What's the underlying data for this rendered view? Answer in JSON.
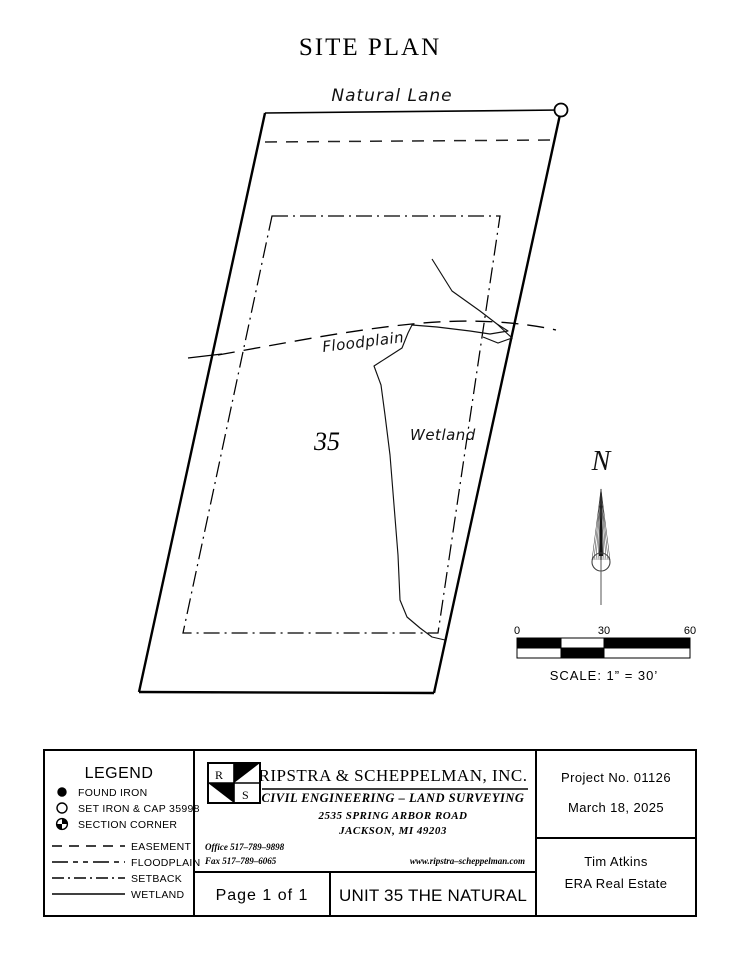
{
  "sheet": {
    "title": "SITE  PLAN"
  },
  "plan": {
    "road_label": "Natural Lane",
    "lot_number": "35",
    "floodplain_label": "Floodplain",
    "wetland_label": "Wetland",
    "north_letter": "N"
  },
  "scale_bar": {
    "tick_start": "0",
    "tick_mid": "30",
    "tick_end": "60",
    "caption": "SCALE:   1”  =  30’"
  },
  "legend": {
    "title": "LEGEND",
    "symbols": [
      {
        "icon": "filled-circle-icon",
        "label": "FOUND  IRON"
      },
      {
        "icon": "open-circle-icon",
        "label": "SET  IRON  &  CAP  35998"
      },
      {
        "icon": "quartered-circle-icon",
        "label": "SECTION  CORNER"
      }
    ],
    "lines": [
      {
        "icon": "dashed-line-icon",
        "label": "EASEMENT"
      },
      {
        "icon": "long-short-dash-line-icon",
        "label": "FLOODPLAIN"
      },
      {
        "icon": "dash-dot-line-icon",
        "label": "SETBACK"
      },
      {
        "icon": "solid-line-icon",
        "label": "WETLAND"
      }
    ]
  },
  "firm": {
    "logo_top_letter": "R",
    "logo_bottom_letter": "S",
    "name": "RIPSTRA  &  SCHEPPELMAN,  INC.",
    "discipline": "CIVIL  ENGINEERING  –  LAND  SURVEYING",
    "address_line1": "2535  SPRING  ARBOR  ROAD",
    "address_line2": "JACKSON,  MI    49203",
    "office_phone": "Office    517–789–9898",
    "fax_phone": "Fax    517–789–6065",
    "website": "www.ripstra–scheppelman.com"
  },
  "title_block": {
    "project_no": "Project  No.  01126",
    "date": "March 18, 2025",
    "client_name": "Tim Atkins",
    "client_company": "ERA Real Estate",
    "page": "Page  1  of  1",
    "unit": "UNIT 35 THE NATURAL"
  },
  "colors": {
    "ink": "#000000",
    "paper": "#ffffff",
    "thin_ink": "#1a1a1a"
  }
}
